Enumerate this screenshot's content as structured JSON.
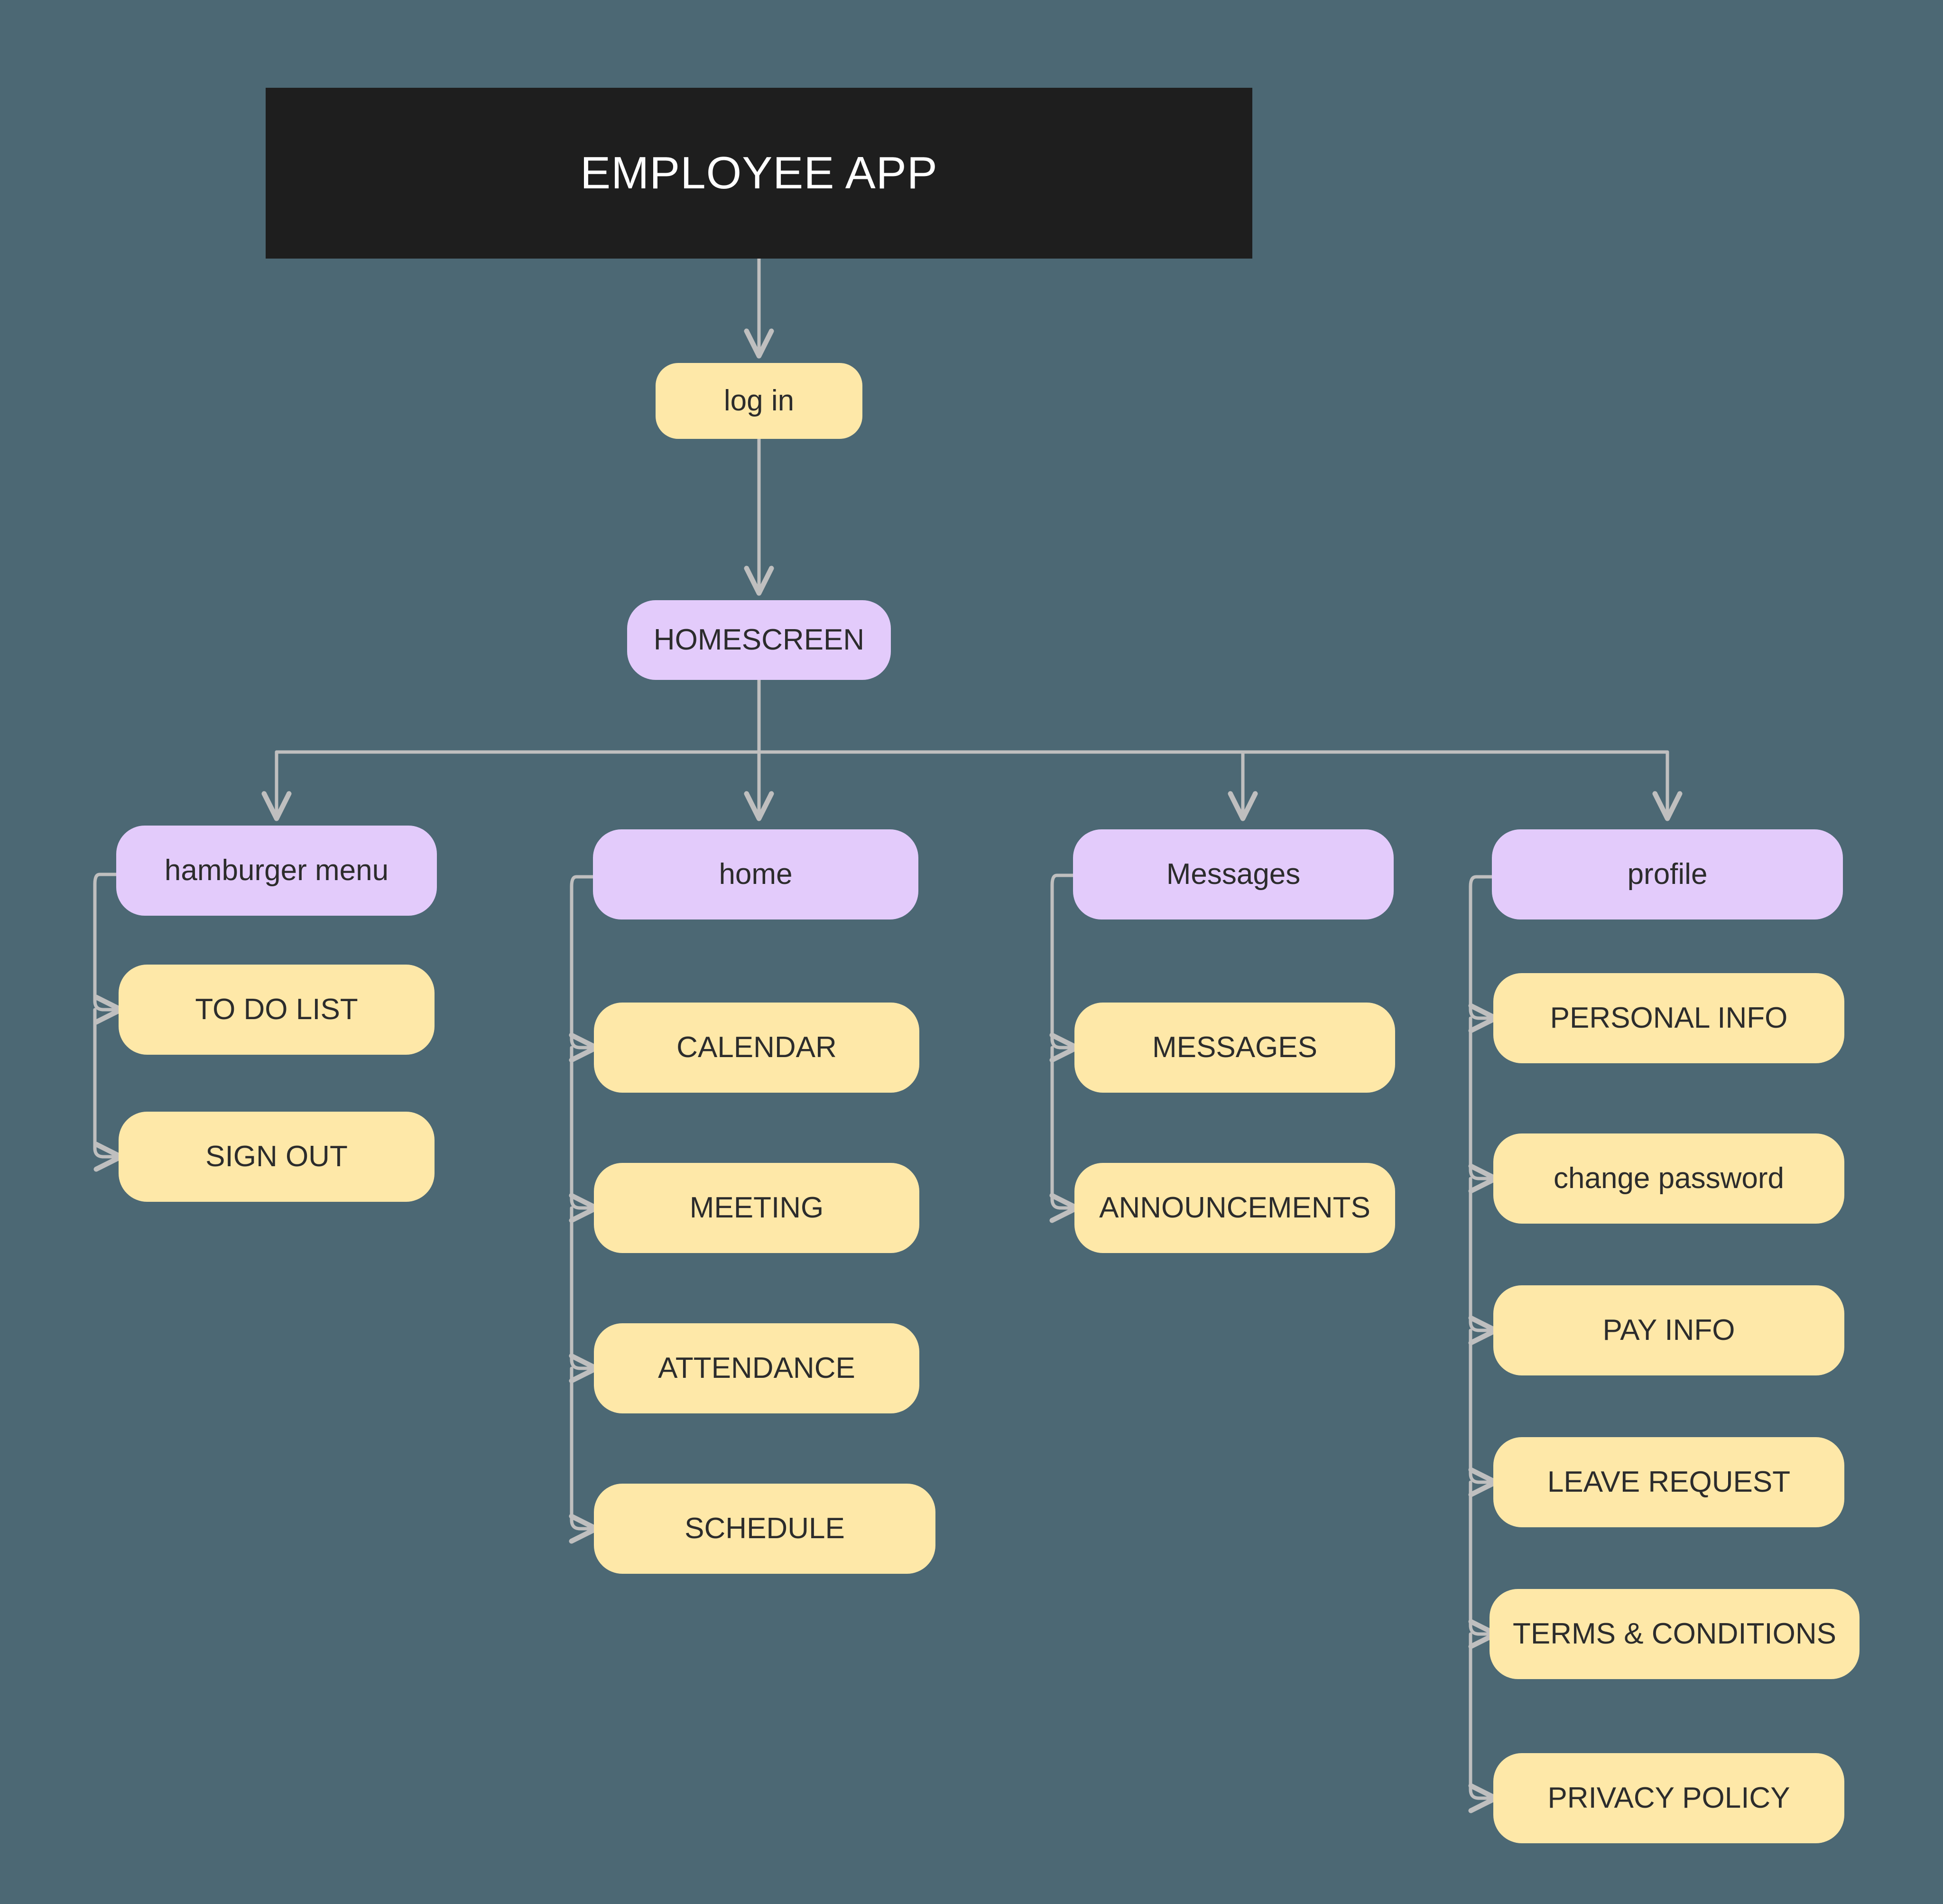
{
  "meta": {
    "diagram_type": "app-flowchart-sitemap",
    "background_color": "#4C6874",
    "connector_color": "#BFBFBF",
    "header_bg": "#1E1E1E",
    "header_text_color": "#FFFFFF",
    "screen_node_color": "#E3CBFB",
    "leaf_node_color": "#FEE8A8",
    "node_text_color": "#2C2C2C"
  },
  "header": {
    "title": "EMPLOYEE APP"
  },
  "flow": {
    "login": {
      "label": "log in"
    },
    "homescreen": {
      "label": "HOMESCREEN"
    }
  },
  "columns": [
    {
      "id": "hamburger-menu",
      "parent": {
        "label": "hamburger menu"
      },
      "children": [
        {
          "label": "TO DO LIST"
        },
        {
          "label": "SIGN OUT"
        }
      ]
    },
    {
      "id": "home",
      "parent": {
        "label": "home"
      },
      "children": [
        {
          "label": "CALENDAR"
        },
        {
          "label": "MEETING"
        },
        {
          "label": "ATTENDANCE"
        },
        {
          "label": "SCHEDULE"
        }
      ]
    },
    {
      "id": "messages",
      "parent": {
        "label": "Messages"
      },
      "children": [
        {
          "label": "MESSAGES"
        },
        {
          "label": "ANNOUNCEMENTS"
        }
      ]
    },
    {
      "id": "profile",
      "parent": {
        "label": "profile"
      },
      "children": [
        {
          "label": "PERSONAL INFO"
        },
        {
          "label": "change password"
        },
        {
          "label": "PAY INFO"
        },
        {
          "label": "LEAVE REQUEST"
        },
        {
          "label": "TERMS & CONDITIONS"
        },
        {
          "label": "PRIVACY POLICY"
        }
      ]
    }
  ]
}
